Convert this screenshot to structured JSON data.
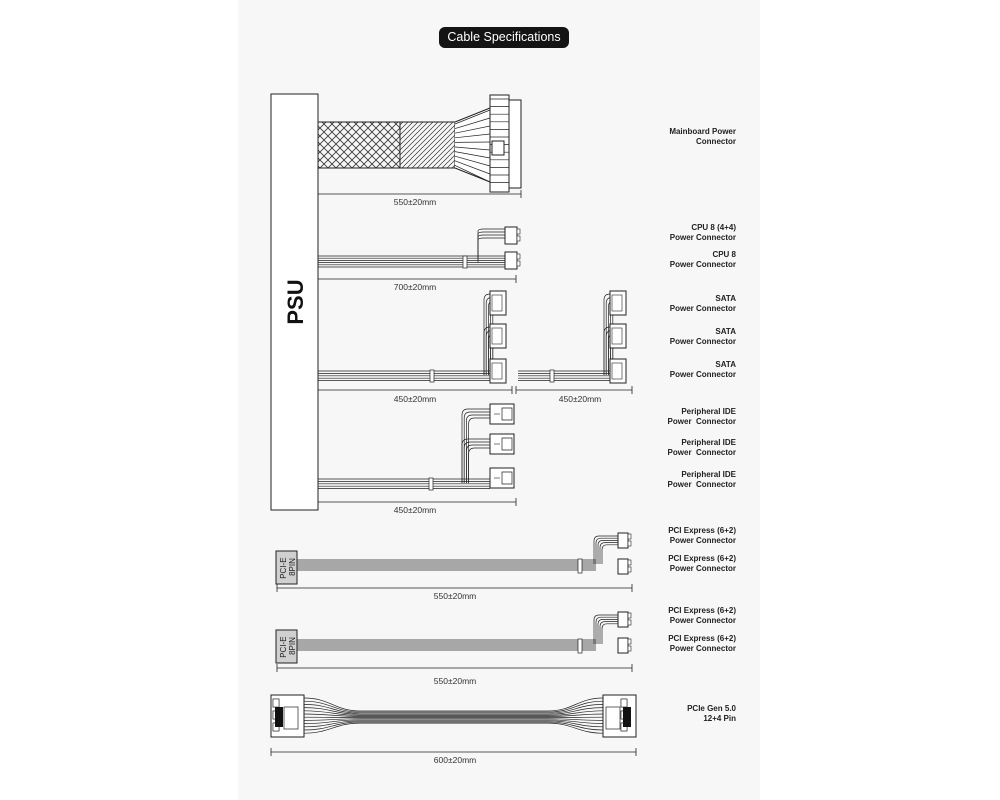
{
  "title": "Cable Specifications",
  "psu_label": "PSU",
  "pcie_source_label": "PCI-E\n8PIN",
  "connectors": {
    "mainboard": "Mainboard Power\nConnector",
    "cpu_44": "CPU 8 (4+4)\nPower Connector",
    "cpu_8": "CPU 8\nPower Connector",
    "sata_1": "SATA\nPower Connector",
    "sata_2": "SATA\nPower Connector",
    "sata_3": "SATA\nPower Connector",
    "ide_1": "Peripheral IDE\nPower  Connector",
    "ide_2": "Peripheral IDE\nPower  Connector",
    "ide_3": "Peripheral IDE\nPower  Connector",
    "pcie_a1": "PCI Express (6+2)\nPower Connector",
    "pcie_a2": "PCI Express (6+2)\nPower Connector",
    "pcie_b1": "PCI Express (6+2)\nPower Connector",
    "pcie_b2": "PCI Express (6+2)\nPower Connector",
    "gen5": "PCIe Gen 5.0\n12+4 Pin"
  },
  "dimensions": {
    "mainboard": "550±20mm",
    "cpu": "700±20mm",
    "sata_a": "450±20mm",
    "sata_b": "450±20mm",
    "ide": "450±20mm",
    "pcie_a": "550±20mm",
    "pcie_b": "550±20mm",
    "gen5": "600±20mm"
  }
}
